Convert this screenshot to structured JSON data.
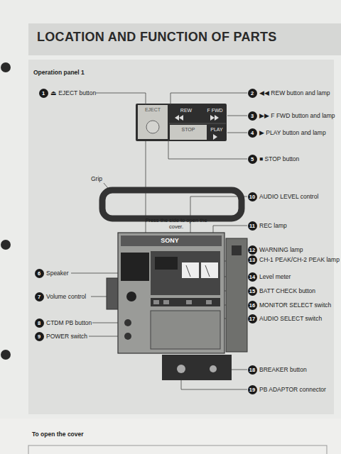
{
  "diagram": {
    "title": "LOCATION AND FUNCTION OF PARTS",
    "nodes": [
      {
        "text": [
          "EJECT"
        ]
      },
      {
        "text": [
          "REW"
        ]
      },
      {
        "text": [
          "F FWD"
        ]
      },
      {
        "text": [
          "STOP"
        ]
      },
      {
        "text": [
          "PLAY"
        ]
      }
    ],
    "labels": [
      "Operation panel 1",
      "1",
      "⏏ EJECT button",
      "2",
      "◀◀ REW button and lamp",
      "3",
      "▶▶ F FWD button and lamp",
      "4",
      "▶ PLAY button and lamp",
      "5",
      "■ STOP button",
      "Grip",
      "10",
      "AUDIO LEVEL control",
      "Press the side to open the cover.",
      "11",
      "REC lamp",
      "SONY",
      "12",
      "WARNING lamp",
      "13",
      "CH-1 PEAK/CH-2 PEAK lamp",
      "6",
      "Speaker",
      "14",
      "Level meter",
      "15",
      "BATT CHECK button",
      "7",
      "Volume control",
      "16",
      "MONITOR SELECT switch",
      "17",
      "AUDIO SELECT switch",
      "8",
      "CTDM PB button",
      "9",
      "POWER switch",
      "18",
      "BREAKER button",
      "19",
      "PB ADAPTOR connector",
      "To open the cover"
    ]
  }
}
